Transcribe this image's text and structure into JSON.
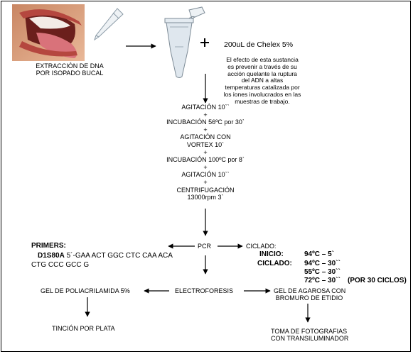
{
  "sample": {
    "photo_label": "mouth-swab-photo",
    "caption_line1": "EXTRACCIÓN DE DNA",
    "caption_line2": "POR ISOPADO BUCAL"
  },
  "plus_sign": "+",
  "chelex": {
    "title": "200uL de Chelex 5%",
    "desc": [
      "El efecto de esta sustancia",
      "es prevenir a través de su",
      "acción quelante la ruptura",
      "del ADN a altas",
      "temperaturas catalizada por",
      "los iones involucrados en las",
      "muestras de trabajo."
    ]
  },
  "steps": [
    "AGITACIÓN 10``",
    "+",
    "INCUBACIÓN 56ºC por 30`",
    "+",
    "AGITACIÓN CON",
    "VORTEX 10`",
    "+",
    "INCUBACIÓN 100ºC por 8`",
    "+",
    "AGITACIÓN 10``",
    "+",
    "CENTRIFUGACIÓN",
    "13000rpm 3`"
  ],
  "pcr": {
    "label": "PCR",
    "primers_title": "PRIMERS:",
    "primer_name": "D1S80A",
    "primer_seq_1": " 5´-GAA ACT GGC CTC CAA ACA",
    "primer_seq_2": "CTG CCC GCC G",
    "ciclado_title": "CICLADO:",
    "inicio_label": "INICIO:",
    "inicio_value": "94ºC – 5`",
    "ciclado_label": "CICLADO:",
    "cycles": [
      "94ºC – 30``",
      "55ºC – 30``",
      "72ºC – 30``"
    ],
    "cycles_note": "(POR 30 CICLOS)"
  },
  "electro": {
    "label": "ELECTROFORESIS",
    "left_label": "GEL DE POLIACRILAMIDA 5%",
    "left_result": "TINCIÓN POR PLATA",
    "right_label_1": "GEL DE AGAROSA CON",
    "right_label_2": "BROMURO DE ETIDIO",
    "right_result_1": "TOMA DE FOTOGRAFIAS",
    "right_result_2": "CON TRANSILUMINADOR"
  },
  "colors": {
    "skin": "#d9a07c",
    "lips": "#b5473f",
    "tube": "#dfe7ee",
    "line": "#000000"
  }
}
